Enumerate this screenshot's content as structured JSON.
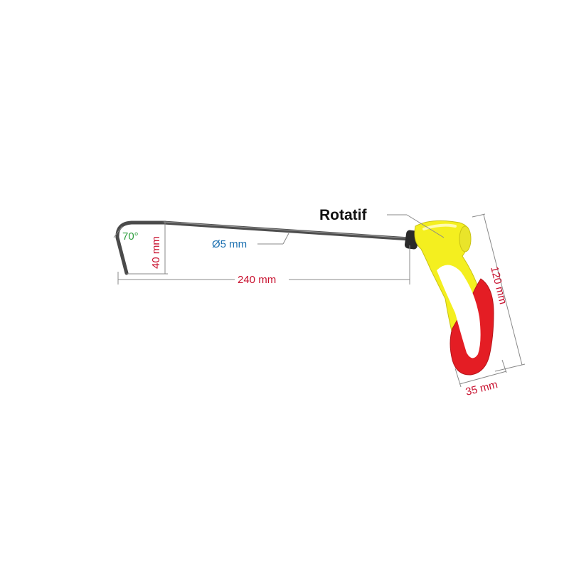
{
  "labels": {
    "rotatif": "Rotatif",
    "diameter": "Ø5 mm",
    "length": "240 mm",
    "hook_height": "40 mm",
    "angle": "70°",
    "handle_length": "120 mm",
    "handle_width": "35 mm"
  },
  "colors": {
    "rod": "#4a4a4a",
    "handle_yellow": "#f4ef1f",
    "handle_red": "#e41d24",
    "length_text": "#c8102e",
    "diameter_text": "#1a6fb0",
    "angle_text": "#2e9e3e"
  }
}
